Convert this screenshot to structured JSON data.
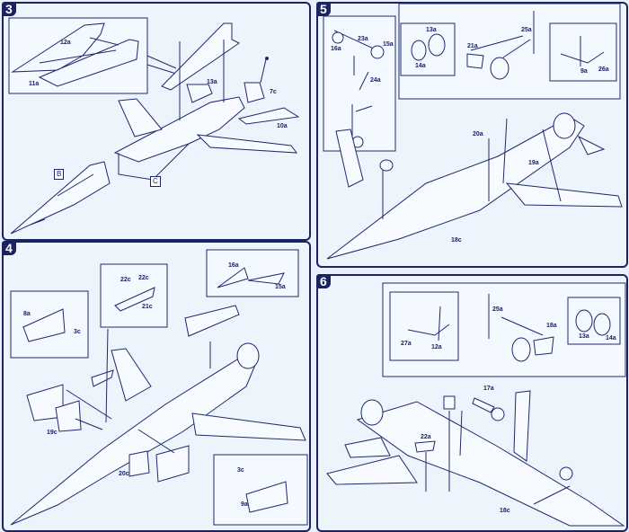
{
  "steps": [
    {
      "number": "3",
      "labels": {
        "a": "12a",
        "b": "11a",
        "c": "13a",
        "d": "7c",
        "e": "10a"
      },
      "subassemblies": {
        "b": "B",
        "c": "C"
      }
    },
    {
      "number": "4",
      "labels": {
        "a": "8a",
        "b": "3c",
        "c": "22c",
        "d": "22c",
        "e": "21c",
        "f": "16a",
        "g": "15a",
        "h": "19c",
        "i": "20c",
        "j": "3c",
        "k": "9a"
      }
    },
    {
      "number": "5",
      "labels": {
        "a": "16a",
        "b": "23a",
        "c": "15a",
        "d": "24a",
        "e": "13a",
        "f": "14a",
        "g": "21a",
        "h": "25a",
        "i": "9a",
        "j": "26a",
        "k": "20a",
        "l": "19a",
        "m": "18c"
      }
    },
    {
      "number": "6",
      "labels": {
        "a": "27a",
        "b": "12a",
        "c": "25a",
        "d": "18a",
        "e": "13a",
        "f": "14a",
        "g": "17a",
        "h": "22a",
        "i": "18c"
      }
    }
  ],
  "colors": {
    "line": "#1c2a6c",
    "paper": "#e9f0fa",
    "badge": "#1a2460"
  }
}
